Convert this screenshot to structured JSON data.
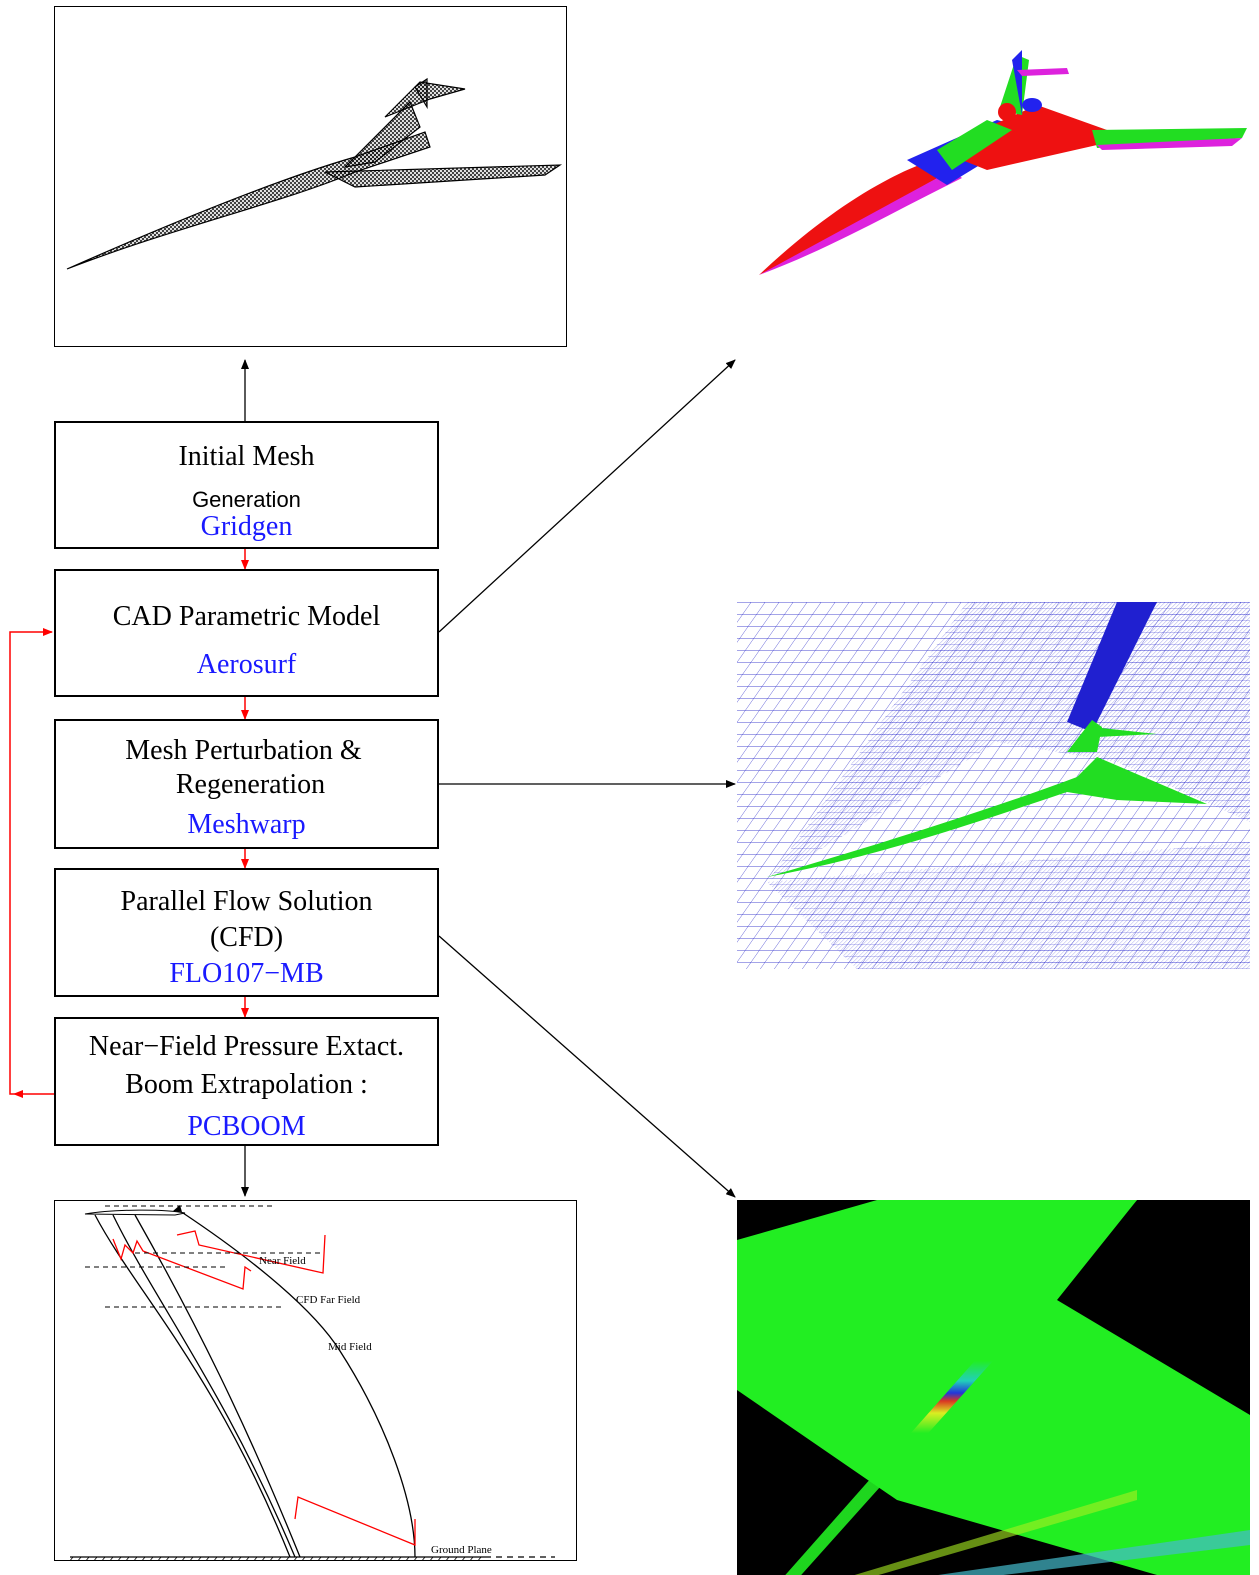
{
  "boxes": {
    "initial_mesh": {
      "line1": "Initial Mesh",
      "line2": "Generation",
      "tool": "Gridgen"
    },
    "cad_model": {
      "line1": "CAD Parametric Model",
      "tool": "Aerosurf"
    },
    "mesh_perturbation": {
      "line1": "Mesh Perturbation &",
      "line2": "Regeneration",
      "tool": "Meshwarp"
    },
    "flow_solution": {
      "line1": "Parallel Flow Solution",
      "line2": "(CFD)",
      "tool": "FLO107−MB"
    },
    "boom": {
      "line1": "Near−Field Pressure Extact.",
      "line2": "Boom Extrapolation :",
      "tool": "PCBOOM"
    }
  },
  "boom_plot": {
    "near_field": "Near Field",
    "cfd_far_field": "CFD Far Field",
    "mid_field": "Mid Field",
    "ground_plane": "Ground Plane"
  },
  "colors": {
    "flow_arrow": "#ff0000",
    "tool_text": "#1a1aff",
    "mesh_blue": "#2020c0",
    "surface_green": "#22dd22"
  }
}
